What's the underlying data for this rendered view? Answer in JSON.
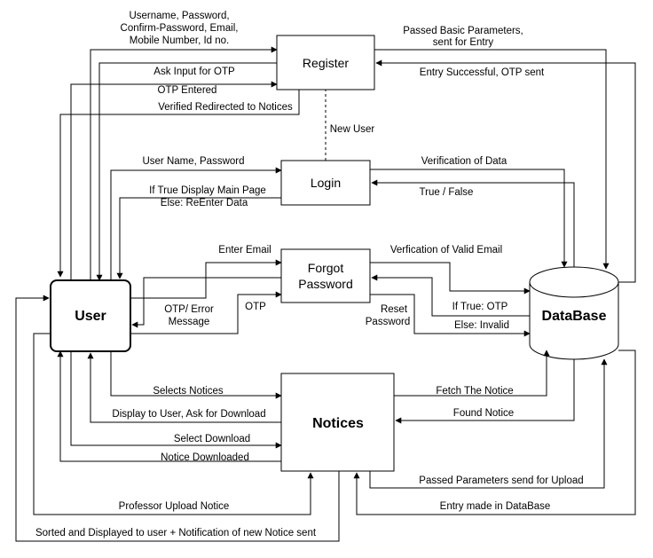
{
  "nodes": {
    "register": "Register",
    "login": "Login",
    "forgot_line1": "Forgot",
    "forgot_line2": "Password",
    "user": "User",
    "database": "DataBase",
    "notices": "Notices"
  },
  "labels": {
    "reg_params_1": "Username, Password,",
    "reg_params_2": "Confirm-Password, Email,",
    "reg_params_3": "Mobile Number, Id no.",
    "ask_otp": "Ask Input for OTP",
    "otp_entered": "OTP Entered",
    "verified_redirect": "Verified Redirected to Notices",
    "passed_basic_1": "Passed Basic Parameters,",
    "passed_basic_2": "sent for Entry",
    "entry_success": "Entry Successful, OTP sent",
    "new_user": "New User",
    "login_creds": "User Name, Password",
    "if_true_display": "If True Display Main Page",
    "else_reenter": "Else: ReEnter Data",
    "verification_data": "Verification of Data",
    "true_false": "True / False",
    "enter_email": "Enter Email",
    "otp_error_1": "OTP/ Error",
    "otp_error_2": "Message",
    "otp": "OTP",
    "verification_email": "Verfication of Valid Email",
    "if_true_otp": "If True: OTP",
    "reset_1": "Reset",
    "reset_2": "Password",
    "else_invalid": "Else: Invalid",
    "selects_notices": "Selects Notices",
    "display_to_user": "Display to User, Ask for Download",
    "select_download": "Select Download",
    "notice_downloaded": "Notice Downloaded",
    "fetch_notice": "Fetch The Notice",
    "found_notice": "Found Notice",
    "passed_params_upload": "Passed Parameters send for Upload",
    "entry_made": "Entry made in DataBase",
    "professor_upload": "Professor Upload Notice",
    "sorted_displayed": "Sorted and Displayed to user + Notification of new Notice sent"
  }
}
